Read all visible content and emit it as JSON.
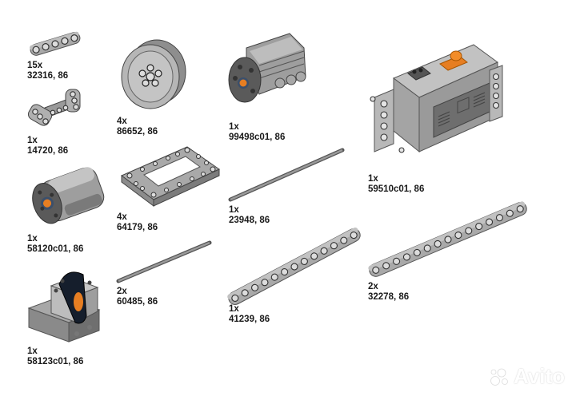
{
  "parts": [
    {
      "id": "p32316",
      "qty": "15x",
      "code": "32316, 86",
      "icon": "technic-beam-5-icon"
    },
    {
      "id": "p14720",
      "qty": "1x",
      "code": "14720, 86",
      "icon": "technic-h-frame-icon"
    },
    {
      "id": "p58120",
      "qty": "1x",
      "code": "58120c01, 86",
      "icon": "medium-motor-icon"
    },
    {
      "id": "p58123",
      "qty": "1x",
      "code": "58123c01, 86",
      "icon": "ir-receiver-icon"
    },
    {
      "id": "p86652",
      "qty": "4x",
      "code": "86652, 86",
      "icon": "wheel-rim-icon"
    },
    {
      "id": "p64179",
      "qty": "4x",
      "code": "64179, 86",
      "icon": "technic-frame-5x7-icon"
    },
    {
      "id": "p60485",
      "qty": "2x",
      "code": "60485, 86",
      "icon": "axle-short-icon"
    },
    {
      "id": "p99498",
      "qty": "1x",
      "code": "99498c01, 86",
      "icon": "large-motor-icon"
    },
    {
      "id": "p23948",
      "qty": "1x",
      "code": "23948, 86",
      "icon": "axle-long-icon"
    },
    {
      "id": "p41239",
      "qty": "1x",
      "code": "41239, 86",
      "icon": "technic-beam-13-icon"
    },
    {
      "id": "p59510",
      "qty": "1x",
      "code": "59510c01, 86",
      "icon": "battery-box-icon"
    },
    {
      "id": "p32278",
      "qty": "2x",
      "code": "32278, 86",
      "icon": "technic-beam-15-icon"
    }
  ],
  "watermark": {
    "text": "Avito",
    "icon": "avito-logo-icon"
  }
}
